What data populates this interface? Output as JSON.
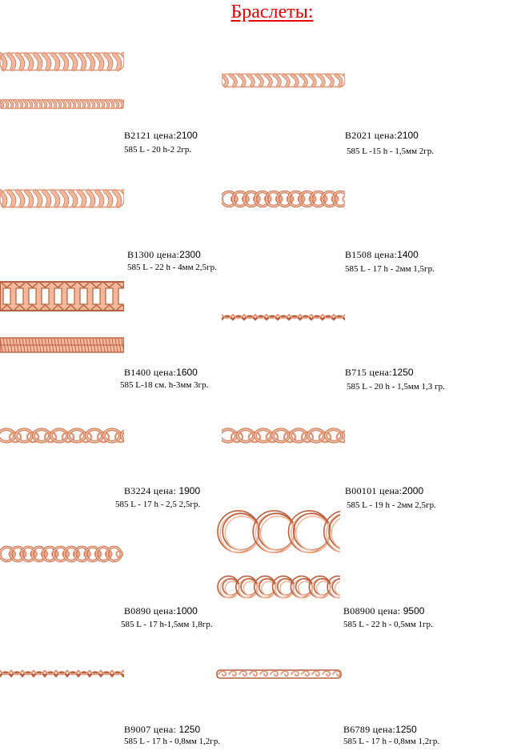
{
  "page": {
    "title": "Браслеты:"
  },
  "colors": {
    "title": "#e60000",
    "gold_light": "#f3b89c",
    "gold_mid": "#e39576",
    "gold_dark": "#b8603f"
  },
  "items": [
    {
      "code": "B2121 цена:",
      "price": "2100",
      "spec": "585 L - 20 h-2 2гр."
    },
    {
      "code": "B2021 цена:",
      "price": "2100",
      "spec": "585 L -15 h - 1,5мм  2гр."
    },
    {
      "code": "B1300 цена:",
      "price": "2300",
      "spec": "585 L - 22 h - 4мм 2,5гр."
    },
    {
      "code": "B1508 цена:",
      "price": "1400",
      "spec": "585 L - 17 h - 2мм 1,5гр."
    },
    {
      "code": "B1400 цена:",
      "price": "1600",
      "spec": "585 L-18 см. h-3мм 3гр."
    },
    {
      "code": "B715 цена:",
      "price": "1250",
      "spec": "585 L - 20 h - 1,5мм 1,3 гр."
    },
    {
      "code": "B3224 цена: ",
      "price": "1900",
      "spec": "585 L - 17 h - 2,5 2,5гр."
    },
    {
      "code": "B00101 цена:",
      "price": "2000",
      "spec": "585 L - 19 h - 2мм 2,5гр."
    },
    {
      "code": "B0890 цена:",
      "price": "1000",
      "spec": "585 L - 17 h-1,5мм 1,8гр."
    },
    {
      "code": "B08900 цена: ",
      "price": "9500",
      "spec": "585 L - 22 h - 0,5мм 1гр."
    },
    {
      "code": "B9007 цена: ",
      "price": "1250",
      "spec": "585 L - 17 h - 0,8мм 1,2гр."
    },
    {
      "code": "B6789 цена:",
      "price": "1250",
      "spec": "585 L - 17 h - 0,8мм 1,2гр."
    }
  ]
}
